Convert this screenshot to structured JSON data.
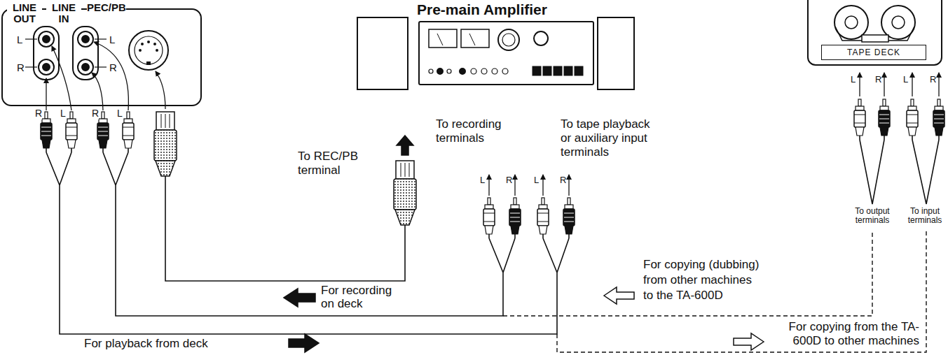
{
  "diagram": {
    "nodes": [
      {
        "text": [
          "LINE OUT",
          "LINE IN",
          "PEC/PB",
          "L",
          "R",
          "L",
          "R"
        ]
      },
      {
        "text": [
          "Pre-main Amplifier"
        ]
      },
      {
        "text": [
          "TAPE DECK"
        ]
      }
    ],
    "labels": [
      "R",
      "L",
      "R",
      "L",
      "To REC/PB terminal",
      "To recording terminals",
      "To tape playback or auxiliary input terminals",
      "L",
      "R",
      "L",
      "R",
      "L",
      "R",
      "L",
      "R",
      "To output terminals",
      "To input terminals",
      "For copying (dubbing) from other machines to the TA-600D",
      "For recording on deck",
      "For copying from the TA-600D to other machines",
      "For playback from deck"
    ]
  }
}
